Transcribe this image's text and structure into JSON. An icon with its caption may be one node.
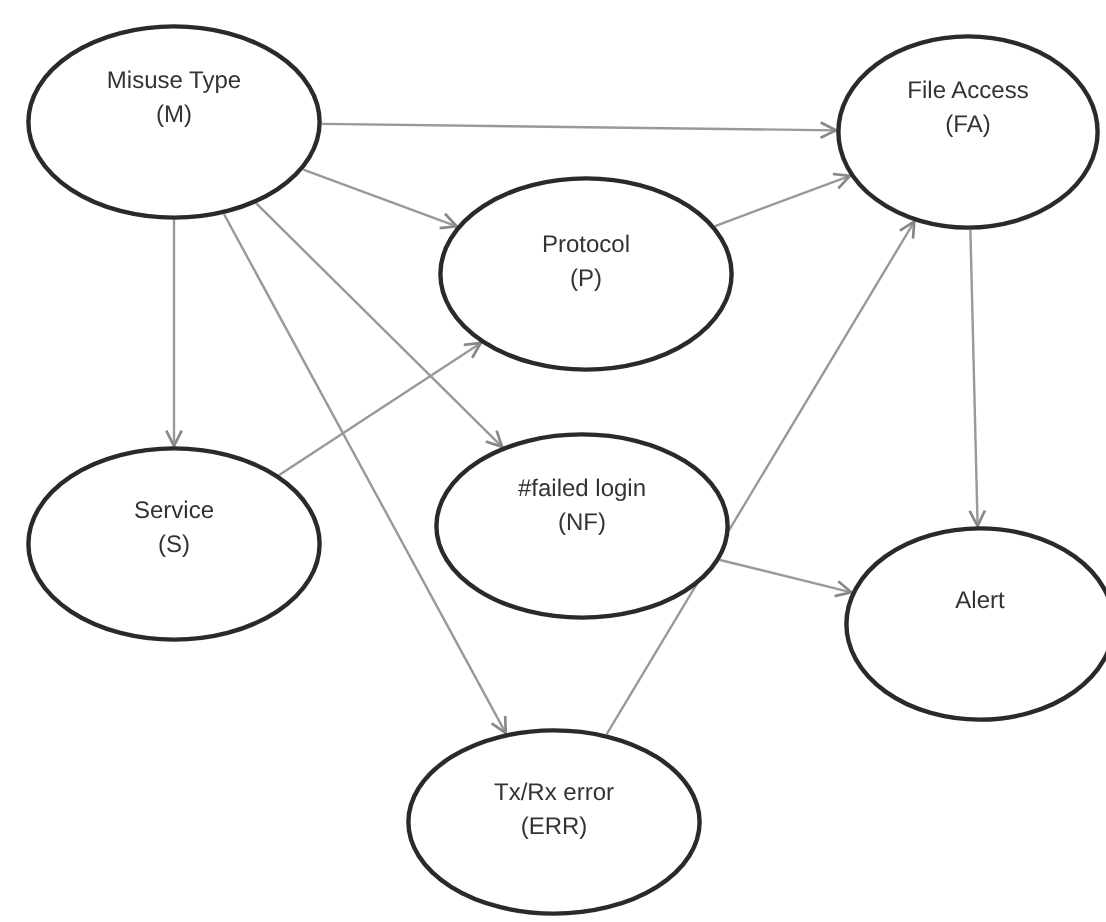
{
  "diagram": {
    "nodes": [
      {
        "text": [
          "Misuse Type (M)"
        ]
      },
      {
        "text": [
          "File Access (FA)"
        ]
      },
      {
        "text": [
          "Protocol (P)"
        ]
      },
      {
        "text": [
          "Service (S)"
        ]
      },
      {
        "text": [
          "#failed login (NF)"
        ]
      },
      {
        "text": [
          "Alert"
        ]
      },
      {
        "text": [
          "Tx/Rx error (ERR)"
        ]
      }
    ],
    "edges": [
      {
        "from": 0,
        "to": 1,
        "arrow": "to"
      },
      {
        "from": 0,
        "to": 2,
        "arrow": "to"
      },
      {
        "from": 0,
        "to": 3,
        "arrow": "to"
      },
      {
        "from": 0,
        "to": 4,
        "arrow": "to"
      },
      {
        "from": 0,
        "to": 6,
        "arrow": "to"
      },
      {
        "from": 2,
        "to": 1,
        "arrow": "to"
      },
      {
        "from": 3,
        "to": 2,
        "arrow": "to"
      },
      {
        "from": 4,
        "to": 5,
        "arrow": "to"
      },
      {
        "from": 6,
        "to": 1,
        "arrow": "to"
      },
      {
        "from": 1,
        "to": 5,
        "arrow": "to"
      }
    ]
  }
}
